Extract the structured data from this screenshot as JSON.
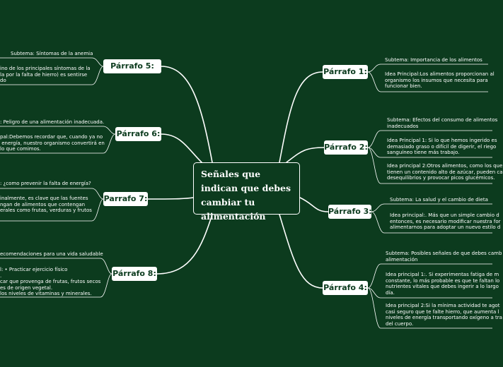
{
  "central": {
    "title": "Señales que indican que debes cambiar tu alimentación"
  },
  "right": [
    {
      "label": "Párrafo 1:",
      "subtopic": "Subtema: Importancia de los alimentos",
      "ideas": [
        "Idea Principal:Los alimentos proporcionan al\norganismo los insumos que necesita para\nfuncionar bien."
      ]
    },
    {
      "label": "Párrafo 2:",
      "subtopic": "Subtema: Efectos del consumo de alimentos\ninadecuados",
      "ideas": [
        "Idea Principal 1: Si lo que hemos ingerido es\ndemasiado graso o difícil de digerir, el riego\nsanguíneo tiene más trabajo.",
        "Idea principal 2:Otros alimentos, como los que\ntienen un contenido alto de azúcar, pueden ca\ndesequilibrios y provocar picos glucémicos."
      ]
    },
    {
      "label": "Párrafo 3:",
      "subtopic": "Subtema: La salud y el cambio de dieta",
      "ideas": [
        "Idea principal:. Más que un simple cambio d\nentonces, es necesario modificar nuestra for\nalimentarnos para adoptar un nuevo estilo d"
      ]
    },
    {
      "label": "Párrafo 4:",
      "subtopic": "Subtema: Posibles señales de que debes camb\nalimentación",
      "ideas": [
        "Idea principal 1:. Si experimentas fatiga de m\nconstante, lo más probable es que te faltan lo\nnutrientes vitales que debes ingerir a lo largo\ndía.",
        "Idea principal 2:Si la mínima actividad te agot\ncasi seguro que te falte hierro, que aumenta l\nniveles de energía transportando oxígeno a tra\ndel cuerpo."
      ]
    }
  ],
  "left": [
    {
      "label": "Párrafo 5:",
      "subtopic": "Subtema: Síntomas de la anemia",
      "ideas": [
        "ino de los principales síntomas de la\nla por la falta de hierro) es sentirse\ndo"
      ]
    },
    {
      "label": "Párrafo 6:",
      "subtopic": ": Peligro de una alimentación inadecuada.",
      "ideas": [
        "pal:Debemos recordar que, cuando ya no\n energía, nuestro organismo convertirá en\nlo que comimos."
      ]
    },
    {
      "label": "Parrafo 7:",
      "subtopic": ": ¿como prevenir la falta de energía?",
      "ideas": [
        "inalmente, es clave que las fuentes\nngan de alimentos que contengan\nerales como frutas, verduras y frutos"
      ]
    },
    {
      "label": "Párrafo 8:",
      "subtopic": "ecomendaciones para una vida saludable",
      "ideas": [
        "l: • Practicar ejercicio físico\n.\ncar que provenga de frutas, frutos secos\nes de origen vegetal.\nlos niveles de vitaminas y minerales."
      ]
    }
  ]
}
